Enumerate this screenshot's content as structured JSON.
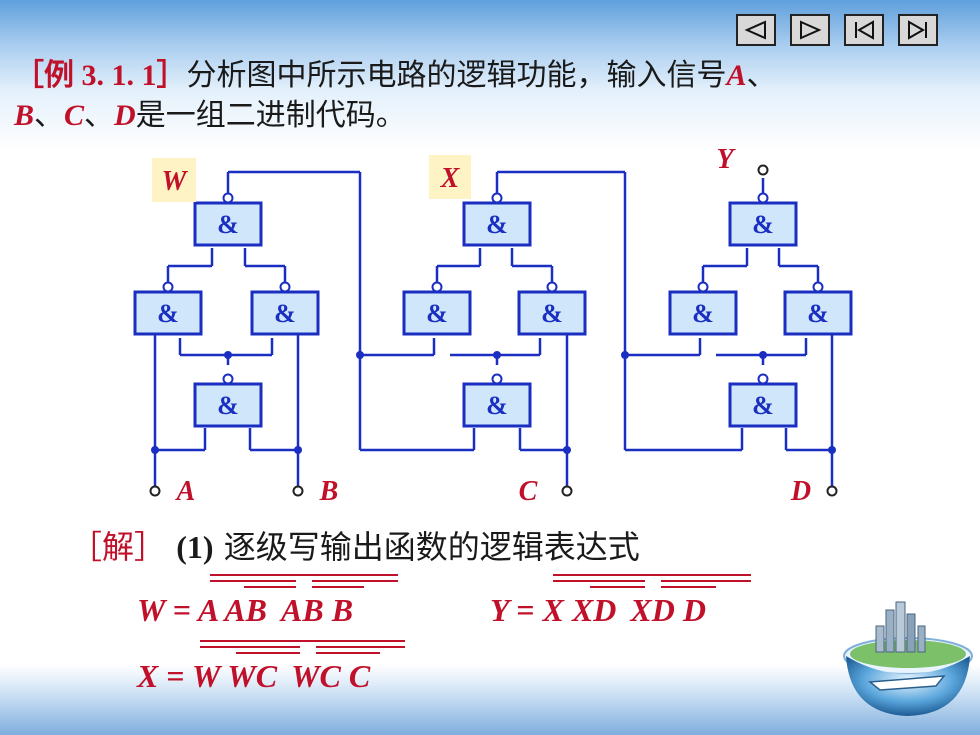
{
  "nav": {
    "buttons": [
      {
        "name": "prev-slide-button",
        "icon": "triangle-left-icon"
      },
      {
        "name": "next-slide-button",
        "icon": "triangle-right-icon"
      },
      {
        "name": "first-slide-button",
        "icon": "skip-to-start-icon"
      },
      {
        "name": "last-slide-button",
        "icon": "skip-to-end-icon"
      }
    ]
  },
  "title": {
    "example_tag": "［例 3. 1. 1］",
    "text_1": "分析图中所示电路的逻辑功能，输入信号",
    "var_a": "A",
    "sep_1": "、",
    "var_b": "B",
    "sep_2": "、",
    "var_c": "C",
    "sep_3": "、",
    "var_d": "D",
    "text_2": "是一组二进制代码。"
  },
  "circuit": {
    "gate_symbol": "&",
    "outputs": {
      "w": "W",
      "x": "X",
      "y": "Y"
    },
    "inputs": {
      "a": "A",
      "b": "B",
      "c": "C",
      "d": "D"
    },
    "colors": {
      "wire": "#1a2fc2",
      "gate_fill": "#cfe6fb",
      "gate_border": "#1a2fc2",
      "label": "#c0102a",
      "label_bg": "#fdf3c4"
    }
  },
  "solution": {
    "bracket_open": "［",
    "heading": "解",
    "bracket_close": "］",
    "step": "(1)",
    "text": "逐级写输出函数的逻辑表达式"
  },
  "equations": {
    "w": {
      "lhs": "W",
      "eq": "=",
      "t1a": "A",
      "t1b": "AB",
      "t2a": "AB",
      "t2b": "B"
    },
    "y": {
      "lhs": "Y",
      "eq": "=",
      "t1a": "X",
      "t1b": "XD",
      "t2a": "XD",
      "t2b": "D"
    },
    "x": {
      "lhs": "X",
      "eq": "=",
      "t1a": "W",
      "t1b": "WC",
      "t2a": "WC",
      "t2b": "C"
    }
  },
  "decoration": {
    "globe": "globe-with-buildings-icon"
  }
}
